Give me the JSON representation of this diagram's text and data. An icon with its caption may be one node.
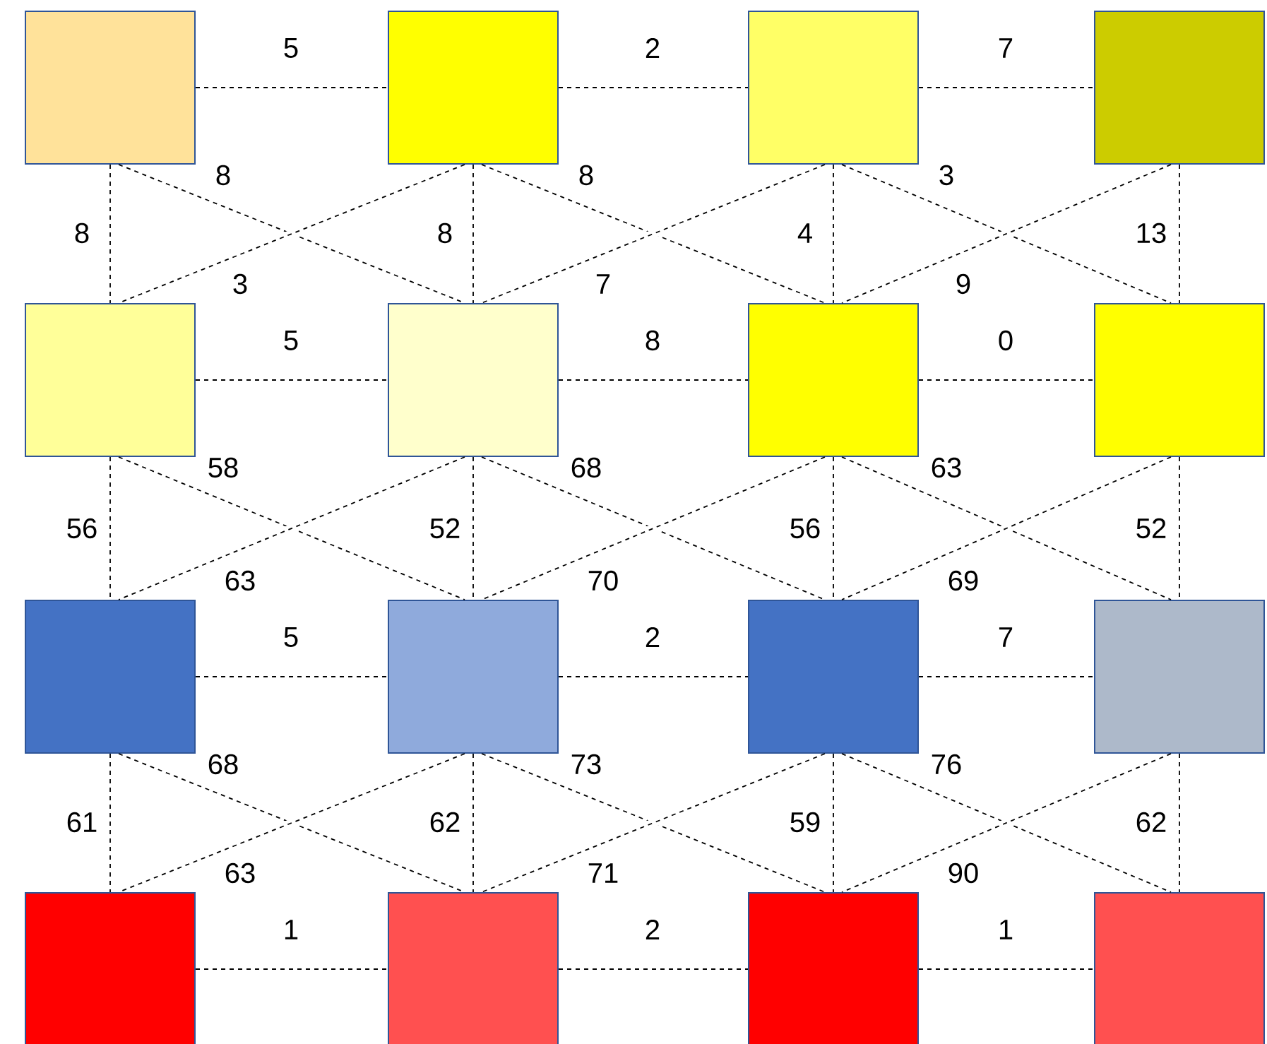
{
  "diagram": {
    "nodes": [
      {
        "text": [],
        "shape": "box"
      },
      {
        "text": [],
        "shape": "box"
      },
      {
        "text": [],
        "shape": "box"
      },
      {
        "text": [],
        "shape": "box"
      },
      {
        "text": [],
        "shape": "box"
      },
      {
        "text": [],
        "shape": "box"
      },
      {
        "text": [],
        "shape": "box"
      },
      {
        "text": [],
        "shape": "box"
      },
      {
        "text": [],
        "shape": "box"
      },
      {
        "text": [],
        "shape": "box"
      },
      {
        "text": [],
        "shape": "box"
      },
      {
        "text": [],
        "shape": "box"
      },
      {
        "text": [],
        "shape": "box"
      },
      {
        "text": [],
        "shape": "box"
      },
      {
        "text": [],
        "shape": "box"
      },
      {
        "text": [],
        "shape": "box"
      }
    ],
    "edges": [
      {
        "from": 0,
        "to": 1,
        "arrow": "none",
        "style": "dashed",
        "label": "5"
      },
      {
        "from": 1,
        "to": 2,
        "arrow": "none",
        "style": "dashed",
        "label": "2"
      },
      {
        "from": 2,
        "to": 3,
        "arrow": "none",
        "style": "dashed",
        "label": "7"
      },
      {
        "from": 0,
        "to": 4,
        "arrow": "none",
        "style": "dashed",
        "label": "8"
      },
      {
        "from": 0,
        "to": 5,
        "arrow": "none",
        "style": "dashed",
        "label": "8"
      },
      {
        "from": 1,
        "to": 4,
        "arrow": "none",
        "style": "dashed",
        "label": "3"
      },
      {
        "from": 1,
        "to": 5,
        "arrow": "none",
        "style": "dashed",
        "label": "8"
      },
      {
        "from": 1,
        "to": 6,
        "arrow": "none",
        "style": "dashed",
        "label": "8"
      },
      {
        "from": 2,
        "to": 5,
        "arrow": "none",
        "style": "dashed",
        "label": "7"
      },
      {
        "from": 2,
        "to": 6,
        "arrow": "none",
        "style": "dashed",
        "label": "4"
      },
      {
        "from": 2,
        "to": 7,
        "arrow": "none",
        "style": "dashed",
        "label": "3"
      },
      {
        "from": 3,
        "to": 6,
        "arrow": "none",
        "style": "dashed",
        "label": "9"
      },
      {
        "from": 3,
        "to": 7,
        "arrow": "none",
        "style": "dashed",
        "label": "13"
      },
      {
        "from": 4,
        "to": 5,
        "arrow": "none",
        "style": "dashed",
        "label": "5"
      },
      {
        "from": 5,
        "to": 6,
        "arrow": "none",
        "style": "dashed",
        "label": "8"
      },
      {
        "from": 6,
        "to": 7,
        "arrow": "none",
        "style": "dashed",
        "label": "0"
      },
      {
        "from": 4,
        "to": 8,
        "arrow": "none",
        "style": "dashed",
        "label": "56"
      },
      {
        "from": 4,
        "to": 9,
        "arrow": "none",
        "style": "dashed",
        "label": "58"
      },
      {
        "from": 5,
        "to": 8,
        "arrow": "none",
        "style": "dashed",
        "label": "63"
      },
      {
        "from": 5,
        "to": 9,
        "arrow": "none",
        "style": "dashed",
        "label": "52"
      },
      {
        "from": 5,
        "to": 10,
        "arrow": "none",
        "style": "dashed",
        "label": "68"
      },
      {
        "from": 6,
        "to": 9,
        "arrow": "none",
        "style": "dashed",
        "label": "70"
      },
      {
        "from": 6,
        "to": 10,
        "arrow": "none",
        "style": "dashed",
        "label": "56"
      },
      {
        "from": 6,
        "to": 11,
        "arrow": "none",
        "style": "dashed",
        "label": "63"
      },
      {
        "from": 7,
        "to": 10,
        "arrow": "none",
        "style": "dashed",
        "label": "69"
      },
      {
        "from": 7,
        "to": 11,
        "arrow": "none",
        "style": "dashed",
        "label": "52"
      },
      {
        "from": 8,
        "to": 9,
        "arrow": "none",
        "style": "dashed",
        "label": "5"
      },
      {
        "from": 9,
        "to": 10,
        "arrow": "none",
        "style": "dashed",
        "label": "2"
      },
      {
        "from": 10,
        "to": 11,
        "arrow": "none",
        "style": "dashed",
        "label": "7"
      },
      {
        "from": 8,
        "to": 12,
        "arrow": "none",
        "style": "dashed",
        "label": "61"
      },
      {
        "from": 8,
        "to": 13,
        "arrow": "none",
        "style": "dashed",
        "label": "68"
      },
      {
        "from": 9,
        "to": 12,
        "arrow": "none",
        "style": "dashed",
        "label": "63"
      },
      {
        "from": 9,
        "to": 13,
        "arrow": "none",
        "style": "dashed",
        "label": "62"
      },
      {
        "from": 9,
        "to": 14,
        "arrow": "none",
        "style": "dashed",
        "label": "73"
      },
      {
        "from": 10,
        "to": 13,
        "arrow": "none",
        "style": "dashed",
        "label": "71"
      },
      {
        "from": 10,
        "to": 14,
        "arrow": "none",
        "style": "dashed",
        "label": "59"
      },
      {
        "from": 10,
        "to": 15,
        "arrow": "none",
        "style": "dashed",
        "label": "76"
      },
      {
        "from": 11,
        "to": 14,
        "arrow": "none",
        "style": "dashed",
        "label": "90"
      },
      {
        "from": 11,
        "to": 15,
        "arrow": "none",
        "style": "dashed",
        "label": "62"
      },
      {
        "from": 12,
        "to": 13,
        "arrow": "none",
        "style": "dashed",
        "label": "1"
      },
      {
        "from": 13,
        "to": 14,
        "arrow": "none",
        "style": "dashed",
        "label": "2"
      },
      {
        "from": 14,
        "to": 15,
        "arrow": "none",
        "style": "dashed",
        "label": "1"
      }
    ]
  }
}
